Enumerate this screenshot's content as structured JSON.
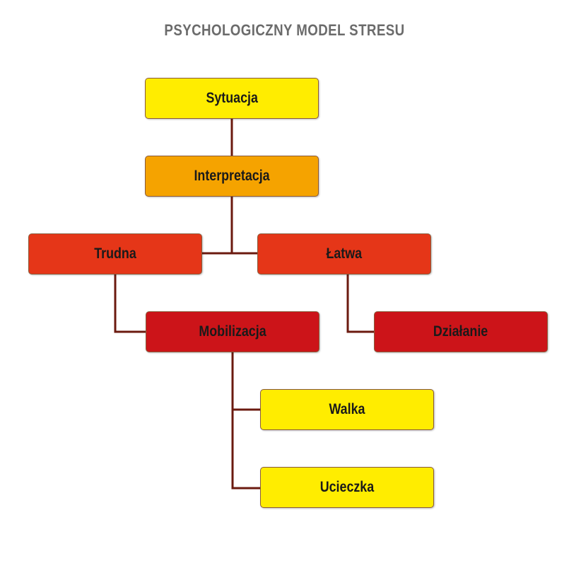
{
  "title": "PSYCHOLOGICZNY MODEL STRESU",
  "colors": {
    "yellow": "#ffed00",
    "orange": "#f5a300",
    "red_orange": "#e53618",
    "dark_red": "#cc1419",
    "connector": "#6b1a0f",
    "box_border": "#8a5a3a",
    "title": "#6b6b6b"
  },
  "nodes": {
    "sytuacja": {
      "label": "Sytuacja",
      "color": "#ffed00"
    },
    "interpretacja": {
      "label": "Interpretacja",
      "color": "#f5a300"
    },
    "trudna": {
      "label": "Trudna",
      "color": "#e53618"
    },
    "latwa": {
      "label": "Łatwa",
      "color": "#e53618"
    },
    "mobilizacja": {
      "label": "Mobilizacja",
      "color": "#cc1419"
    },
    "dzialanie": {
      "label": "Działanie",
      "color": "#cc1419"
    },
    "walka": {
      "label": "Walka",
      "color": "#ffed00"
    },
    "ucieczka": {
      "label": "Ucieczka",
      "color": "#ffed00"
    }
  },
  "edges": [
    {
      "from": "sytuacja",
      "to": "interpretacja"
    },
    {
      "from": "interpretacja",
      "to": "trudna"
    },
    {
      "from": "interpretacja",
      "to": "latwa"
    },
    {
      "from": "trudna",
      "to": "mobilizacja"
    },
    {
      "from": "latwa",
      "to": "dzialanie"
    },
    {
      "from": "mobilizacja",
      "to": "walka"
    },
    {
      "from": "mobilizacja",
      "to": "ucieczka"
    }
  ]
}
